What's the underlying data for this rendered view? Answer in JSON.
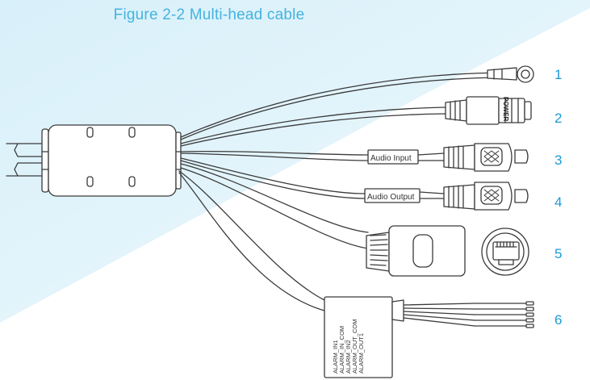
{
  "title": "Figure 2-2 Multi-head cable",
  "callouts": [
    "1",
    "2",
    "3",
    "4",
    "5",
    "6"
  ],
  "labels": {
    "audio_input": "Audio Input",
    "audio_output": "Audio Output",
    "power_mark": "POWER"
  },
  "alarm_wires": [
    "ALARM_IN1",
    "ALARM_IN_COM",
    "ALARM_IN2",
    "ALARM_OUT_COM",
    "ALARM_OUT1"
  ],
  "colors": {
    "title": "#45b3e0",
    "callout": "#1c9ad8",
    "background_tint": "#d6eef8",
    "line": "#3a3a3a"
  }
}
